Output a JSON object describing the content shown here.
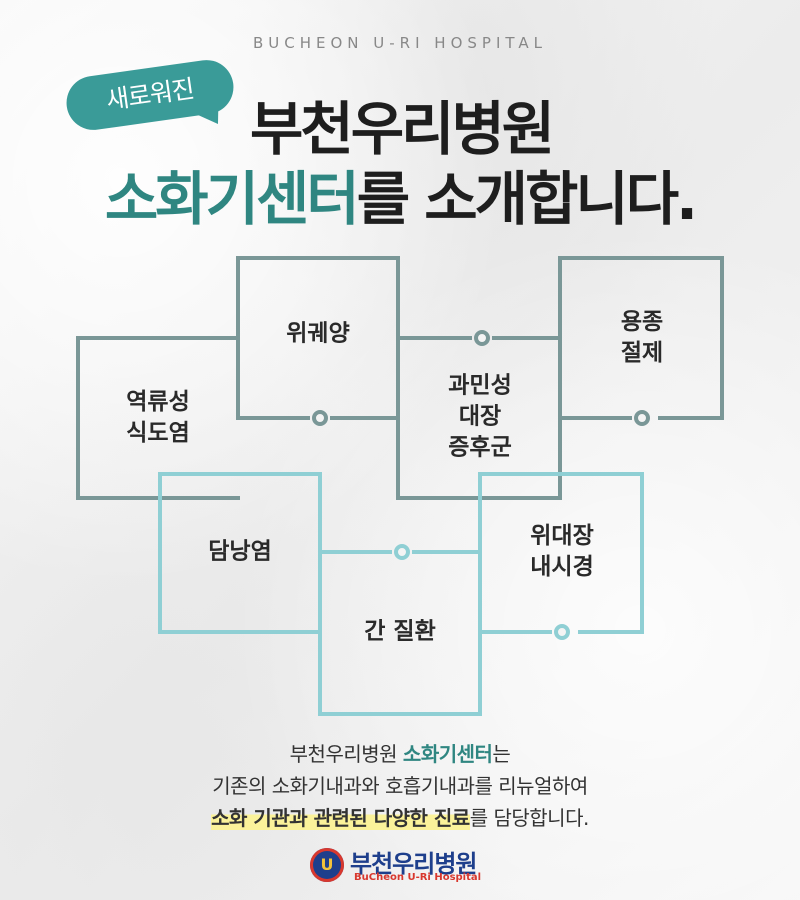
{
  "header": {
    "subtitle": "BUCHEON U-RI HOSPITAL",
    "badge": "새로워진",
    "title_line1": "부천우리병원",
    "title_line2_accent": "소화기센터",
    "title_line2_rest": "를 소개합니다."
  },
  "diagram": {
    "dark_color": "#7a9797",
    "light_color": "#8fcfd4",
    "boxes": [
      {
        "id": "reflux",
        "line1": "역류성",
        "line2": "식도염"
      },
      {
        "id": "gastric",
        "line1": "위궤양",
        "line2": ""
      },
      {
        "id": "ibs",
        "line1": "과민성",
        "line2": "대장",
        "line3": "증후군"
      },
      {
        "id": "polyp",
        "line1": "용종",
        "line2": "절제"
      },
      {
        "id": "gallbladder",
        "line1": "담낭염",
        "line2": ""
      },
      {
        "id": "liver",
        "line1": "간 질환",
        "line2": ""
      },
      {
        "id": "endoscopy",
        "line1": "위대장",
        "line2": "내시경"
      }
    ]
  },
  "description": {
    "line1_pre": "부천우리병원 ",
    "line1_accent": "소화기센터",
    "line1_post": "는",
    "line2": "기존의 소화기내과와 호흡기내과를 리뉴얼하여",
    "line3_highlight": "소화 기관과 관련된 다양한 진료",
    "line3_post": "를 담당합니다."
  },
  "footer": {
    "logo_name": "부천우리병원",
    "logo_sub": "BuCheon U-Ri Hospital"
  }
}
